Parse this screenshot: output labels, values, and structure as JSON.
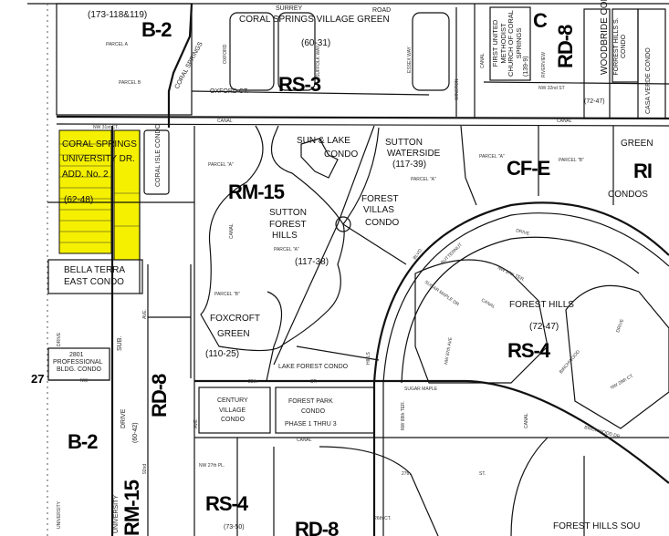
{
  "zones": {
    "b2_top": "B-2",
    "rs3": "RS-3",
    "rm15_center": "RM-15",
    "cfe": "CF-E",
    "rm_right": "RI",
    "rd8_top": "RD-8",
    "rs4_right": "RS-4",
    "b2_bottom": "B-2",
    "rm15_bottom": "RM-15",
    "rd8_left": "RD-8",
    "rs4_bottom": "RS-4",
    "rd8_bottom": "RD-8",
    "c_top": "C"
  },
  "subdivisions": {
    "plat_top_left": "(173-118&119)",
    "coral_springs_village_green": "CORAL SPRINGS VILLAGE GREEN",
    "plat_60_31": "(60-31)",
    "sun_lake": "SUN & LAKE",
    "sun_lake_condo": "CONDO",
    "sutton_waterside": "SUTTON",
    "sutton_waterside_2": "WATERSIDE",
    "plat_117_39": "(117-39)",
    "first_united": "FIRST UNITED METHODIST CHURCH OF CORAL SPRINGS",
    "plat_139_9": "(139-9)",
    "woodbride_condo": "WOODBRIDE CONDO",
    "forest_hills_s_condo": "FORREST HILLS S. CONDO",
    "casa_verde_condo": "CASA VERDE CONDO",
    "plat_72_47_top": "(72-47)",
    "green": "GREEN",
    "condos": "CONDOS",
    "coral_springs_univ": "CORAL SPRINGS",
    "university_dr": "UNIVERSITY DR.",
    "add_no_2": "ADD. No. 2",
    "plat_62_48": "(62-48)",
    "coral_isle_condo": "CORAL ISLE CONDO",
    "sutton_forest_hills_1": "SUTTON",
    "sutton_forest_hills_2": "FOREST",
    "sutton_forest_hills_3": "HILLS",
    "plat_117_38": "(117-38)",
    "forest_villas_1": "FOREST",
    "forest_villas_2": "VILLAS",
    "forest_villas_3": "CONDO",
    "bella_terra_1": "BELLA TERRA",
    "bella_terra_2": "EAST CONDO",
    "foxcroft_1": "FOXCROFT",
    "foxcroft_2": "GREEN",
    "plat_110_25": "(110-25)",
    "lake_forest_condo": "LAKE FOREST CONDO",
    "forest_hills": "FOREST HILLS",
    "plat_72_47": "(72-47)",
    "professional_1": "2801",
    "professional_2": "PROFESSIONAL",
    "professional_3": "BLDG. CONDO",
    "century_1": "CENTURY",
    "century_2": "VILLAGE",
    "century_3": "CONDO",
    "forest_park_1": "FOREST PARK",
    "forest_park_2": "CONDO",
    "forest_park_3": "PHASE 1 THRU 3",
    "plat_60_42": "(60-42)",
    "plat_73_50": "(73-50)",
    "forest_hills_sou": "FOREST HILLS SOU"
  },
  "parcels": {
    "parcel_a_b2": "PARCEL A",
    "parcel_b_b2": "PARCEL B",
    "parcel_a_rm15": "PARCEL \"A\"",
    "parcel_a_sutton": "PARCEL \"A\"",
    "parcel_a_waterside": "PARCEL \"A\"",
    "parcel_a_cfe": "PARCEL \"A\"",
    "parcel_b_cfe": "PARCEL \"B\"",
    "parcel_b_foxcroft": "PARCEL \"B\""
  },
  "streets": {
    "surrey_road": "SURREY",
    "road": "ROAD",
    "oxford_ct": "OXFORD CT.",
    "coral_springs": "CORAL SPRINGS",
    "oxford": "OXFORD",
    "suffolk_way": "SUFFOLK WAY",
    "essex_way": "ESSEX WAY",
    "winston": "WINSTON",
    "canal_1": "CANAL",
    "canal_2": "CANAL",
    "canal_3": "CANAL",
    "canal_4": "CANAL",
    "canal_5": "CANAL",
    "canal_6": "CANAL",
    "canal_7": "CANAL",
    "nw_31st_ct": "NW 31st CT.",
    "nw_32nd_st": "NW 32nd ST",
    "riverview": "RIVERVIEW",
    "blvd": "BLVD.",
    "drive_top": "DRIVE",
    "butternut": "BUTTERNUT",
    "nw_87th_ter": "NW 87th TER.",
    "sugar_maple_dr": "SUGAR MAPLE DR",
    "nw_87th_ave": "NW 87th AVE",
    "hills": "HILLS",
    "sugar_maple": "SUGAR MAPLE",
    "nw_88th_ter": "NW 88th TER.",
    "birchwood": "BIRCHWOOD",
    "birchwood_dr": "BIRCHWOOD DR.",
    "drive_right": "DRIVE",
    "nw_28th_ct": "NW 28th CT.",
    "st_28th": "28th",
    "st_28th_st": "ST.",
    "st_27th": "27th",
    "st_27th_st": "ST.",
    "nw_27th_pl": "NW 27th PL.",
    "ct_26th": "26th CT.",
    "nw": "NW",
    "drive_left": "DRIVE",
    "sub": "SUB.",
    "ave_1": "AVE.",
    "ave_2": "AVE.",
    "drive_univ": "DRIVE",
    "university": "UNIVERSITY",
    "university_2": "UNIVERSITY",
    "nd_92": "92nd",
    "sec_27": "27"
  },
  "colors": {
    "highlight": "#f5f000",
    "ink": "#111111",
    "background": "#ffffff"
  }
}
